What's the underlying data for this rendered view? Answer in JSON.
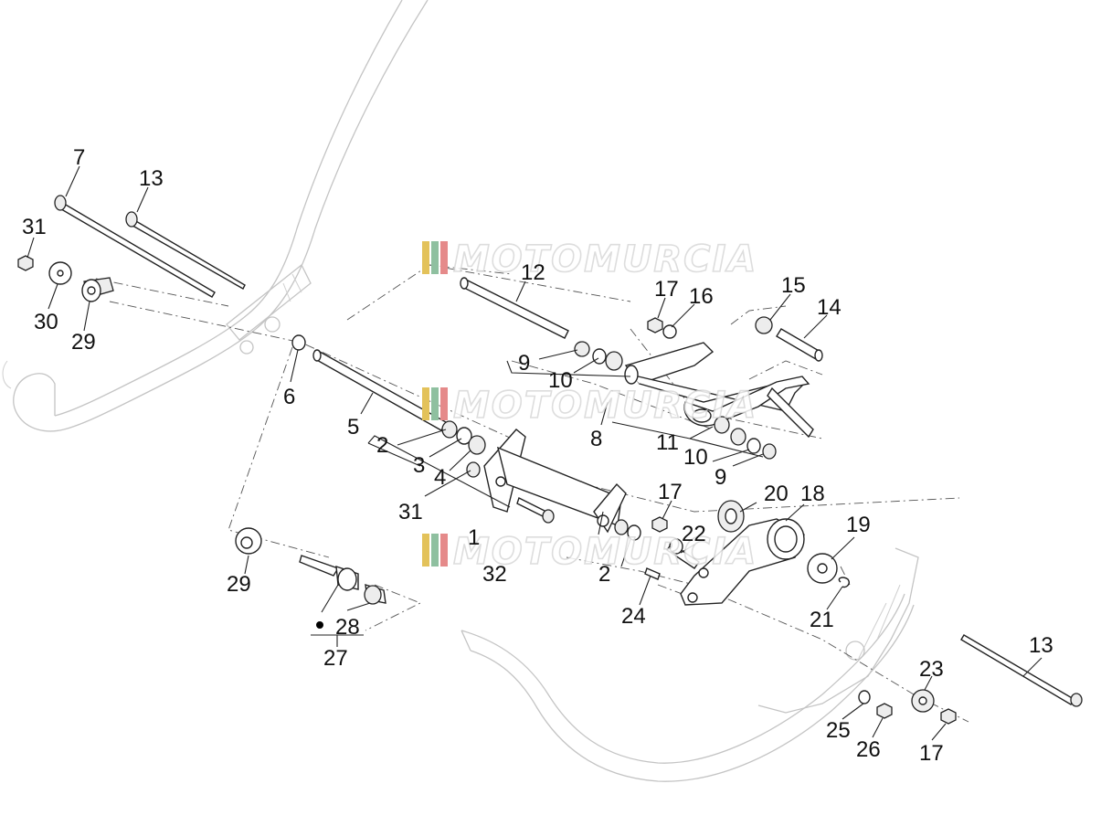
{
  "watermark": {
    "text": "MOTOMURCIA",
    "stripe_colors": [
      "#e3c25a",
      "#8fc0a0",
      "#e58a8a"
    ]
  },
  "callouts": {
    "c7": "7",
    "c13a": "13",
    "c31a": "31",
    "c30": "30",
    "c29a": "29",
    "c6": "6",
    "c5": "5",
    "c2a": "2",
    "c3": "3",
    "c4": "4",
    "c31b": "31",
    "c12": "12",
    "c17a": "17",
    "c16": "16",
    "c15": "15",
    "c14": "14",
    "c9a": "9",
    "c10a": "10",
    "c8": "8",
    "c11": "11",
    "c10b": "10",
    "c9b": "9",
    "c1": "1",
    "c32": "32",
    "c2b": "2",
    "c17b": "17",
    "c20": "20",
    "c18": "18",
    "c22": "22",
    "c19": "19",
    "c24": "24",
    "c21": "21",
    "c29b": "29",
    "c28": "28",
    "c27": "27",
    "c13b": "13",
    "c23": "23",
    "c25": "25",
    "c26": "26",
    "c17c": "17"
  }
}
